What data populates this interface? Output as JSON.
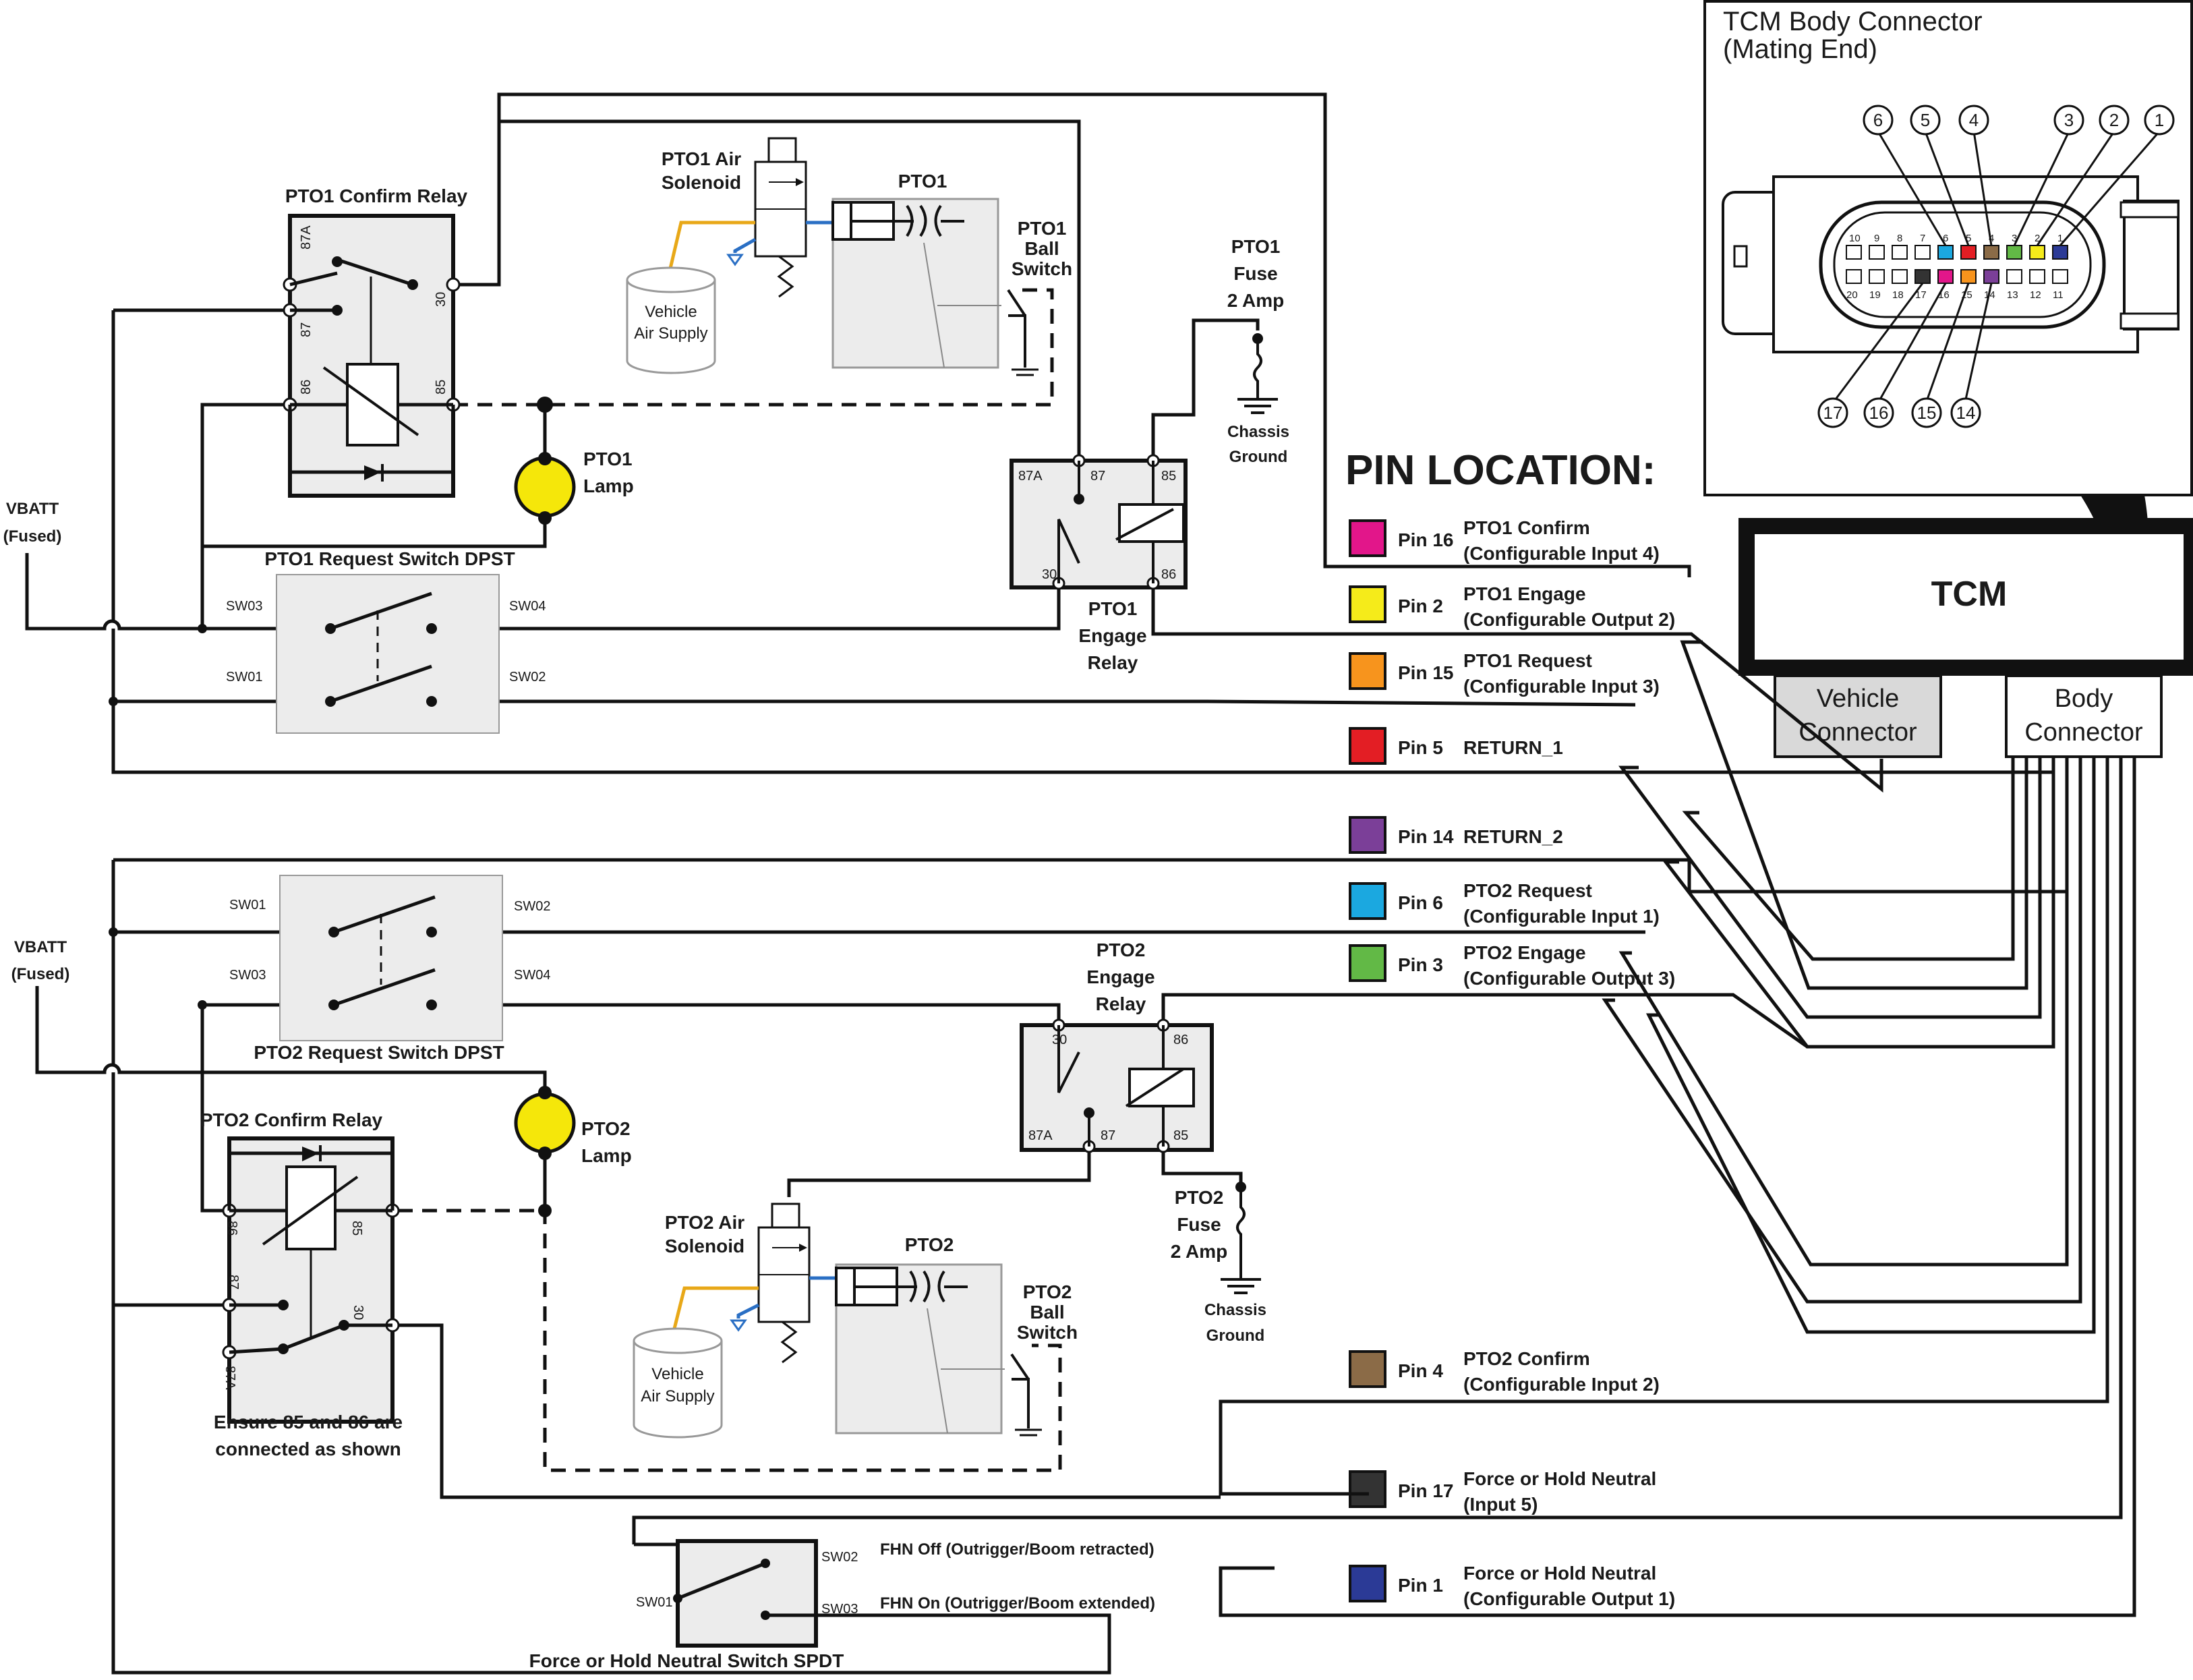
{
  "connector_panel": {
    "title_line1": "TCM Body Connector",
    "title_line2": "(Mating End)",
    "callouts_top": [
      "6",
      "5",
      "4",
      "3",
      "2",
      "1"
    ],
    "callouts_bottom": [
      "17",
      "16",
      "15",
      "14"
    ],
    "cavity_numbers_top": [
      "10",
      "9",
      "8",
      "7",
      "6",
      "5",
      "4",
      "3",
      "2",
      "1"
    ],
    "cavity_numbers_bottom": [
      "20",
      "19",
      "18",
      "17",
      "16",
      "15",
      "14",
      "13",
      "12",
      "11"
    ]
  },
  "tcm": {
    "label": "TCM",
    "vehicle_connector": [
      "Vehicle",
      "Connector"
    ],
    "body_connector": [
      "Body",
      "Connector"
    ]
  },
  "pin_location": {
    "heading": "PIN LOCATION:",
    "entries": [
      {
        "pin": "Pin 16",
        "line1": "PTO1 Confirm",
        "line2": "(Configurable Input 4)",
        "color": "#e2168a"
      },
      {
        "pin": "Pin 2",
        "line1": "PTO1 Engage",
        "line2": "(Configurable Output 2)",
        "color": "#f5eb1a"
      },
      {
        "pin": "Pin 15",
        "line1": "PTO1 Request",
        "line2": "(Configurable Input 3)",
        "color": "#f7941d"
      },
      {
        "pin": "Pin 5",
        "line1": "RETURN_1",
        "line2": "",
        "color": "#e31e24"
      },
      {
        "pin": "Pin 14",
        "line1": "RETURN_2",
        "line2": "",
        "color": "#7b3f98"
      },
      {
        "pin": "Pin 6",
        "line1": "PTO2 Request",
        "line2": "(Configurable Input 1)",
        "color": "#1ba8e0"
      },
      {
        "pin": "Pin 3",
        "line1": "PTO2 Engage",
        "line2": "(Configurable Output 3)",
        "color": "#62b946"
      },
      {
        "pin": "Pin 4",
        "line1": "PTO2 Confirm",
        "line2": "(Configurable Input 2)",
        "color": "#8b6b47"
      },
      {
        "pin": "Pin 17",
        "line1": "Force or Hold Neutral",
        "line2": "(Input 5)",
        "color": "#333333"
      },
      {
        "pin": "Pin 1",
        "line1": "Force or Hold Neutral",
        "line2": "(Configurable Output 1)",
        "color": "#2b3a96"
      }
    ]
  },
  "pto1": {
    "vbatt": [
      "VBATT",
      "(Fused)"
    ],
    "confirm_relay": "PTO1 Confirm Relay",
    "relay_pins": {
      "p87a": "87A",
      "p87": "87",
      "p86": "86",
      "p85": "85",
      "p30": "30"
    },
    "lamp": [
      "PTO1",
      "Lamp"
    ],
    "request_switch": "PTO1 Request Switch DPST",
    "switch_pins": {
      "sw01": "SW01",
      "sw02": "SW02",
      "sw03": "SW03",
      "sw04": "SW04"
    },
    "air_solenoid": [
      "PTO1 Air",
      "Solenoid"
    ],
    "cylinder": "PTO1",
    "ball_switch": [
      "PTO1",
      "Ball",
      "Switch"
    ],
    "air_supply": [
      "Vehicle",
      "Air Supply"
    ],
    "fuse": [
      "PTO1",
      "Fuse",
      "2 Amp"
    ],
    "ground": [
      "Chassis",
      "Ground"
    ],
    "engage_relay": [
      "PTO1",
      "Engage",
      "Relay"
    ]
  },
  "pto2": {
    "vbatt": [
      "VBATT",
      "(Fused)"
    ],
    "confirm_relay": "PTO2 Confirm Relay",
    "relay_pins": {
      "p87a": "87A",
      "p87": "87",
      "p86": "86",
      "p85": "85",
      "p30": "30"
    },
    "lamp": [
      "PTO2",
      "Lamp"
    ],
    "request_switch": "PTO2 Request Switch DPST",
    "switch_pins": {
      "sw01": "SW01",
      "sw02": "SW02",
      "sw03": "SW03",
      "sw04": "SW04"
    },
    "air_solenoid": [
      "PTO2 Air",
      "Solenoid"
    ],
    "cylinder": "PTO2",
    "ball_switch": [
      "PTO2",
      "Ball",
      "Switch"
    ],
    "air_supply": [
      "Vehicle",
      "Air Supply"
    ],
    "fuse": [
      "PTO2",
      "Fuse",
      "2 Amp"
    ],
    "ground": [
      "Chassis",
      "Ground"
    ],
    "engage_relay": [
      "PTO2",
      "Engage",
      "Relay"
    ],
    "note": [
      "Ensure 85 and 86 are",
      "connected as shown"
    ]
  },
  "fhn": {
    "switch_label": "Force or Hold Neutral Switch SPDT",
    "off_label": "FHN  Off  (Outrigger/Boom retracted)",
    "on_label": "FHN  On  (Outrigger/Boom extended)",
    "sw01": "SW01",
    "sw02": "SW02",
    "sw03": "SW03"
  }
}
